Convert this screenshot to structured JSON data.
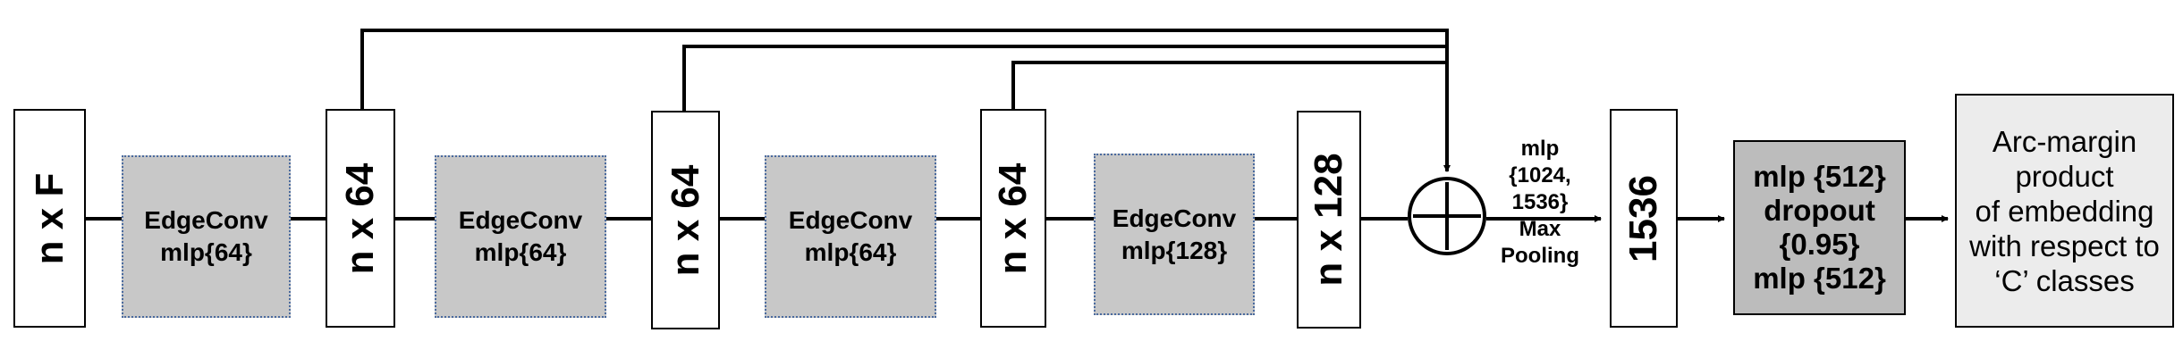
{
  "tensors": {
    "input": "n x F",
    "feat1": "n x 64",
    "feat2": "n x 64",
    "feat3": "n x 64",
    "feat4": "n x 128",
    "concat": "1536"
  },
  "edgeconv": [
    {
      "title": "EdgeConv",
      "mlp": "mlp{64}"
    },
    {
      "title": "EdgeConv",
      "mlp": "mlp{64}"
    },
    {
      "title": "EdgeConv",
      "mlp": "mlp{64}"
    },
    {
      "title": "EdgeConv",
      "mlp": "mlp{128}"
    }
  ],
  "pooling": {
    "line1": "mlp",
    "line2": "{1024,",
    "line3": "1536}",
    "line4": "Max",
    "line5": "Pooling"
  },
  "mlp_head": {
    "line1": "mlp {512}",
    "line2": "dropout",
    "line3": "{0.95}",
    "line4": "mlp {512}"
  },
  "arc_margin": {
    "line1": "Arc-margin",
    "line2": "product",
    "line3": "of embedding",
    "line4": "with respect to",
    "line5": "‘C’ classes"
  },
  "colors": {
    "edgeconv_fill": "#c8c8c8",
    "edgeconv_border": "#4a6a9e",
    "mlp_fill": "#bcbcbc",
    "arc_fill": "#ececec"
  }
}
